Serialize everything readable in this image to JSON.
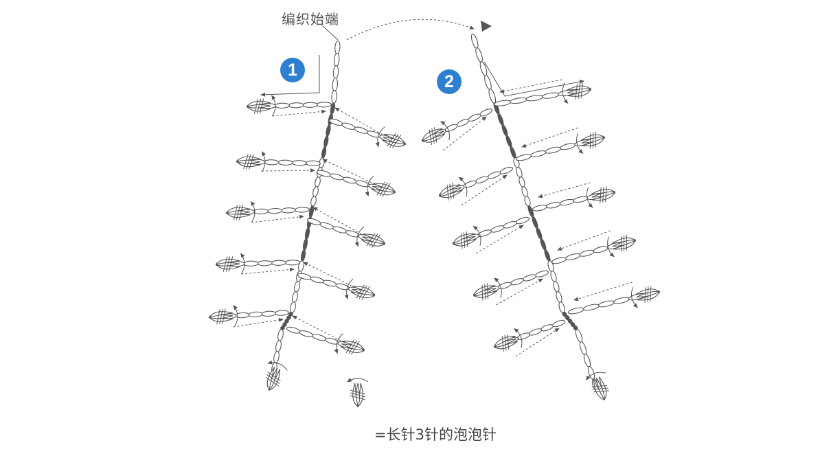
{
  "labels": {
    "start": "编织始端",
    "legend": "=长针3针的泡泡针"
  },
  "badges": [
    {
      "number": "1"
    },
    {
      "number": "2"
    }
  ],
  "colors": {
    "badge": "#2f7fd1",
    "stroke": "#555555",
    "dark_stitch": "#555555",
    "background": "#ffffff"
  },
  "icons": {
    "start_marker": "triangle-marker-icon",
    "legend_symbol": "bobble-stitch-icon"
  }
}
